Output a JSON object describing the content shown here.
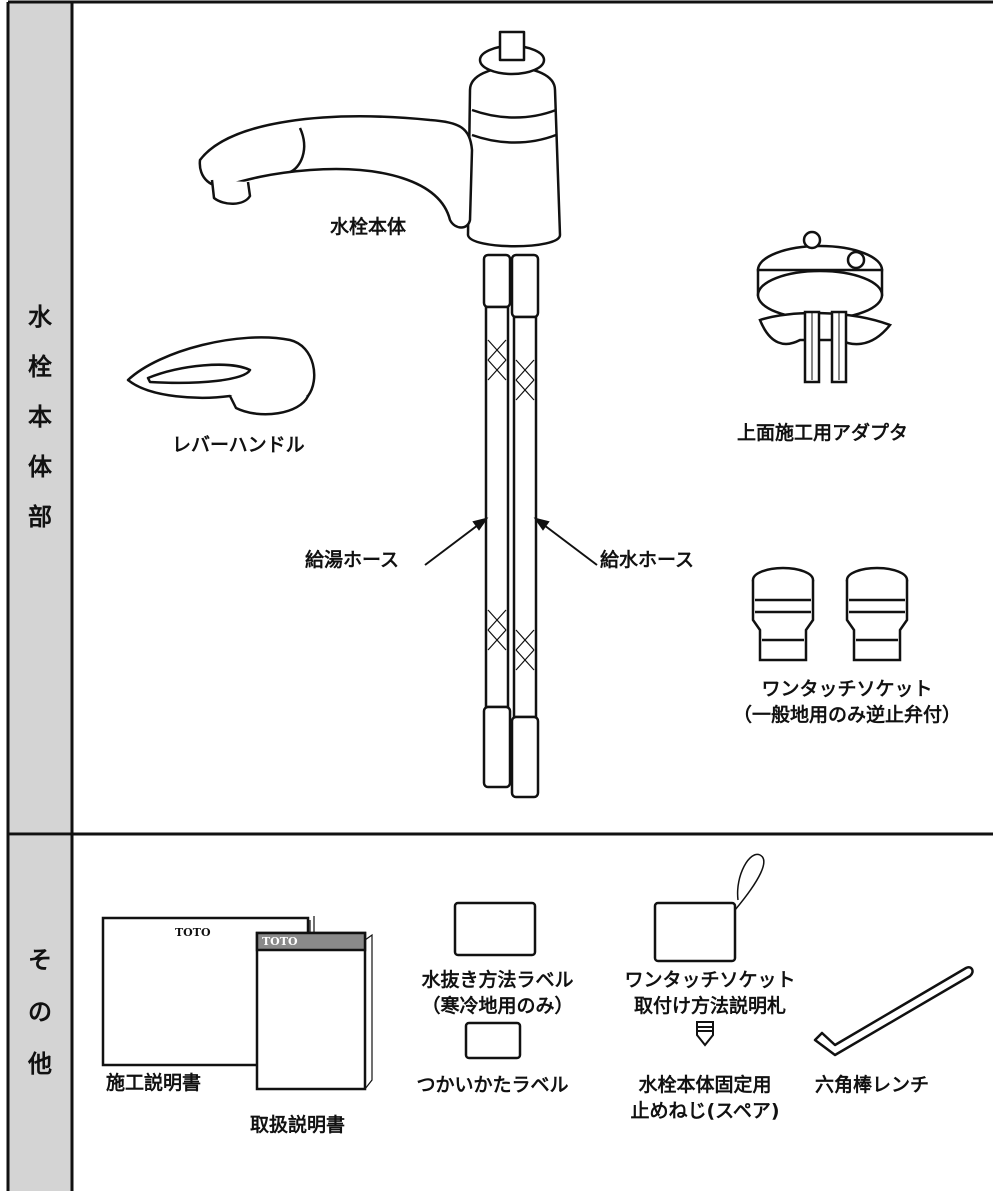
{
  "sections": {
    "body": {
      "chars": [
        "水",
        "栓",
        "本",
        "体",
        "部"
      ]
    },
    "other": {
      "chars": [
        "そ",
        "の",
        "他"
      ]
    }
  },
  "labels": {
    "faucet_body": "水栓本体",
    "lever_handle": "レバーハンドル",
    "adapter": "上面施工用アダプタ",
    "hot_hose": "給湯ホース",
    "cold_hose": "給水ホース",
    "socket_line1": "ワンタッチソケット",
    "socket_line2": "（一般地用のみ逆止弁付）",
    "install_manual": "施工説明書",
    "user_manual": "取扱説明書",
    "drain_label_line1": "水抜き方法ラベル",
    "drain_label_line2": "（寒冷地用のみ）",
    "socket_tag_line1": "ワンタッチソケット",
    "socket_tag_line2": "取付け方法説明札",
    "usage_label": "つかいかたラベル",
    "screw_line1": "水栓本体固定用",
    "screw_line2": "止めねじ(スペア)",
    "hex_wrench": "六角棒レンチ"
  },
  "brand": {
    "manual_logo": "TOTO",
    "small_logo": "TOTO"
  },
  "colors": {
    "sidebar": "#d4d4d4",
    "line": "#111111",
    "manual_band": "#8a8a8a"
  }
}
